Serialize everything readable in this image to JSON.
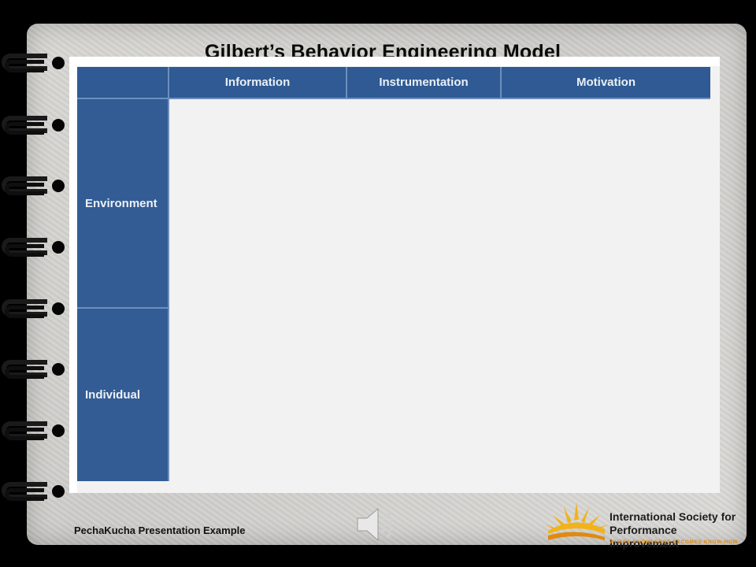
{
  "slide": {
    "title": "Gilbert’s Behavior Engineering Model",
    "footer": "PechaKucha Presentation Example"
  },
  "table": {
    "columns": [
      "Information",
      "Instrumentation",
      "Motivation"
    ],
    "rows": [
      {
        "label": "Environment",
        "cells": [
          "",
          "",
          ""
        ]
      },
      {
        "label": "Individual",
        "cells": [
          "",
          "",
          ""
        ]
      }
    ]
  },
  "logo": {
    "line1": "International Society for",
    "line2": "Performance Improvement",
    "tagline": "WHERE KNOWLEDGE BECOMES KNOW-HOW",
    "sun_color": "#f2b21a",
    "tag_color": "#e08a10"
  },
  "icons": {
    "speaker": "speaker-icon",
    "binding": "spiral-ring-icon"
  },
  "colors": {
    "header_blue": "#2f5a93",
    "cell_gray": "#f2f2f2"
  }
}
